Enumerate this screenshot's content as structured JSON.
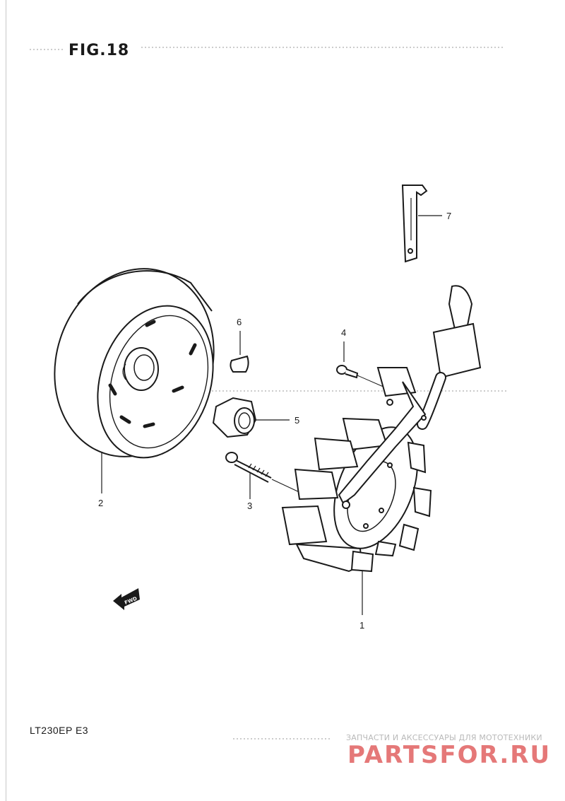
{
  "figure": {
    "title": "FIG.18"
  },
  "footer": {
    "model_code": "LT230EP  E3",
    "watermark_caption": "ЗАПЧАСТИ И АКСЕССУАРЫ ДЛЯ МОТОТЕХНИКИ",
    "watermark_logo": "PARTSFOR.RU"
  },
  "direction_indicator": {
    "label": "FWD"
  },
  "callouts": [
    {
      "ref": "1",
      "part": "stator-assembly"
    },
    {
      "ref": "2",
      "part": "rotor-flywheel"
    },
    {
      "ref": "3",
      "part": "bolt"
    },
    {
      "ref": "4",
      "part": "screw"
    },
    {
      "ref": "5",
      "part": "nut"
    },
    {
      "ref": "6",
      "part": "key"
    },
    {
      "ref": "7",
      "part": "clamp"
    }
  ],
  "colors": {
    "line": "#1a1a1a",
    "watermark": "#e57878"
  }
}
